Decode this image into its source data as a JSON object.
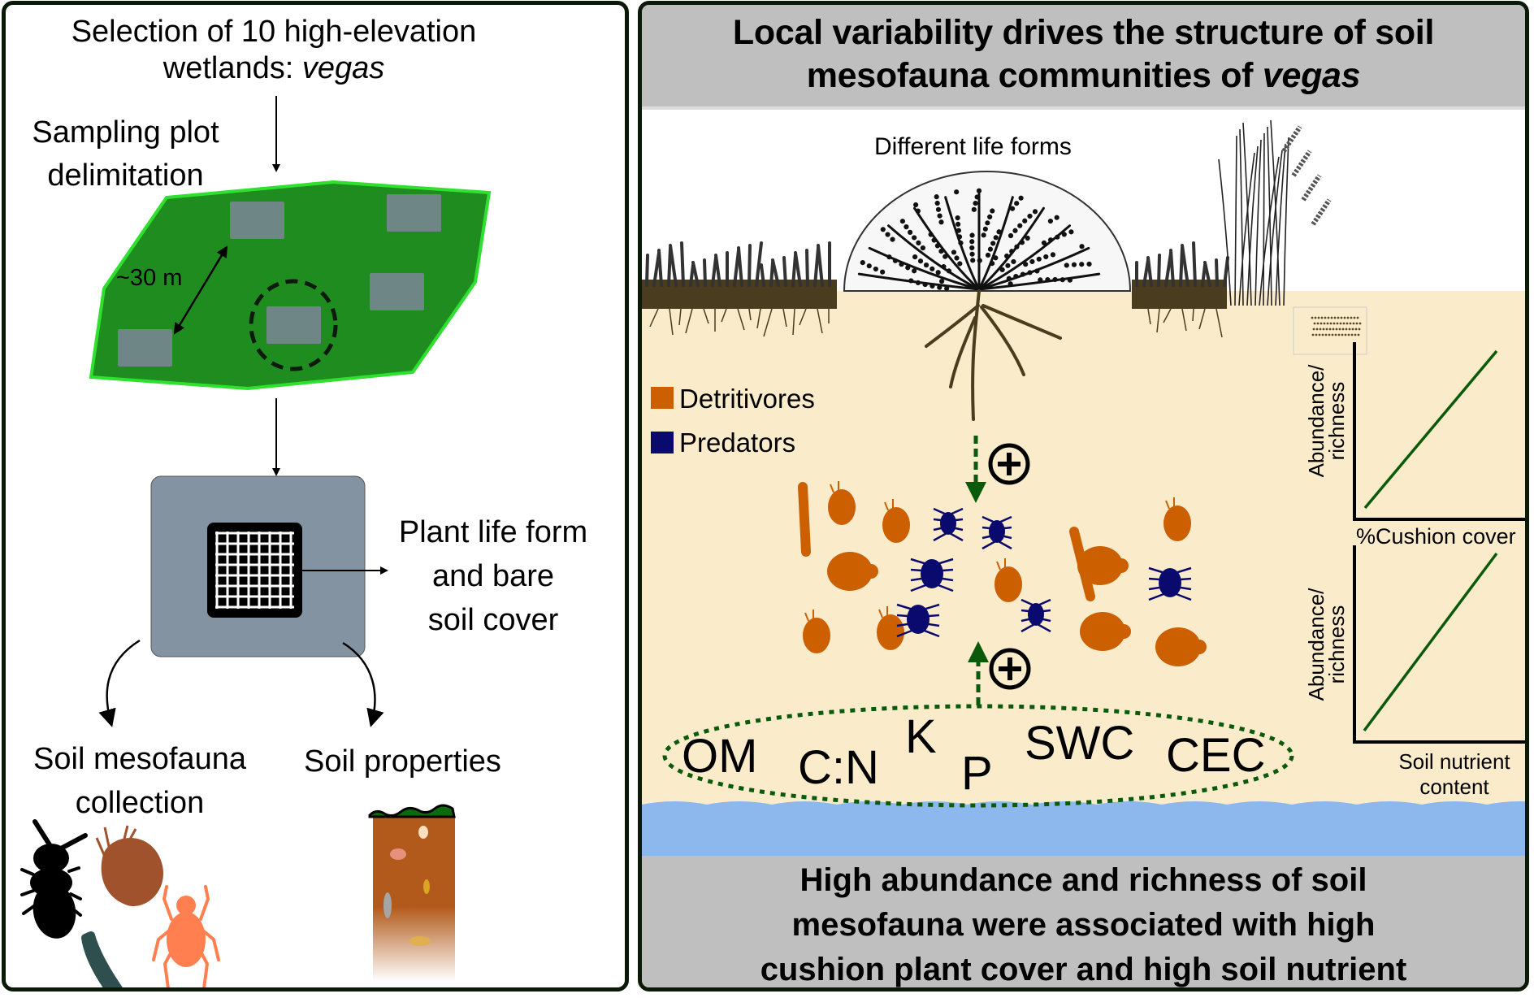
{
  "left": {
    "title_line1": "Selection of 10 high-elevation",
    "title_line2_plain": "wetlands: ",
    "title_line2_italic": "vegas",
    "plot_label_line1": "Sampling plot",
    "plot_label_line2": "delimitation",
    "distance_label": "~30 m",
    "quadrat_label_line1": "Plant life form",
    "quadrat_label_line2": "and bare",
    "quadrat_label_line3": "soil cover",
    "mesofauna_label_line1": "Soil mesofauna",
    "mesofauna_label_line2": "collection",
    "soil_label": "Soil properties",
    "icons": [
      "beetle-icon",
      "mite-icon",
      "millipede-icon",
      "spider-mite-icon",
      "soil-core-icon"
    ]
  },
  "right": {
    "title_line1": "Local variability drives the structure of soil",
    "title_line2_plain": "mesofauna communities of ",
    "title_line2_italic": "vegas",
    "life_forms_label": "Different life forms",
    "legend": [
      {
        "label": "Detritivores",
        "color": "#CC5F00"
      },
      {
        "label": "Predators",
        "color": "#0A0A6E"
      }
    ],
    "plus_symbol": "+",
    "nutrients": [
      "OM",
      "C:N",
      "K",
      "P",
      "SWC",
      "CEC"
    ],
    "graph1": {
      "ylabel_line1": "Abundance/",
      "ylabel_line2": "richness",
      "xlabel": "%Cushion cover"
    },
    "graph2": {
      "ylabel_line1": "Abundance/",
      "ylabel_line2": "richness",
      "xlabel_line1": "Soil nutrient",
      "xlabel_line2": "content"
    },
    "conclusion_line1": "High abundance and richness of soil",
    "conclusion_line2": "mesofauna were associated with high",
    "conclusion_line3": "cushion plant cover and high soil nutrient"
  },
  "colors": {
    "plot_green": "#1E8C1E",
    "plot_border": "#2FE02F",
    "subplot_gray": "#6E8686",
    "quadrat_gray": "#8493A2",
    "soil_beige": "#FAEBCB",
    "water_blue": "#8CB8EE",
    "header_gray": "#BFBFBF",
    "arrow_green": "#0B5A0B",
    "detritivore": "#CC5F00",
    "predator": "#0A0A6E"
  }
}
